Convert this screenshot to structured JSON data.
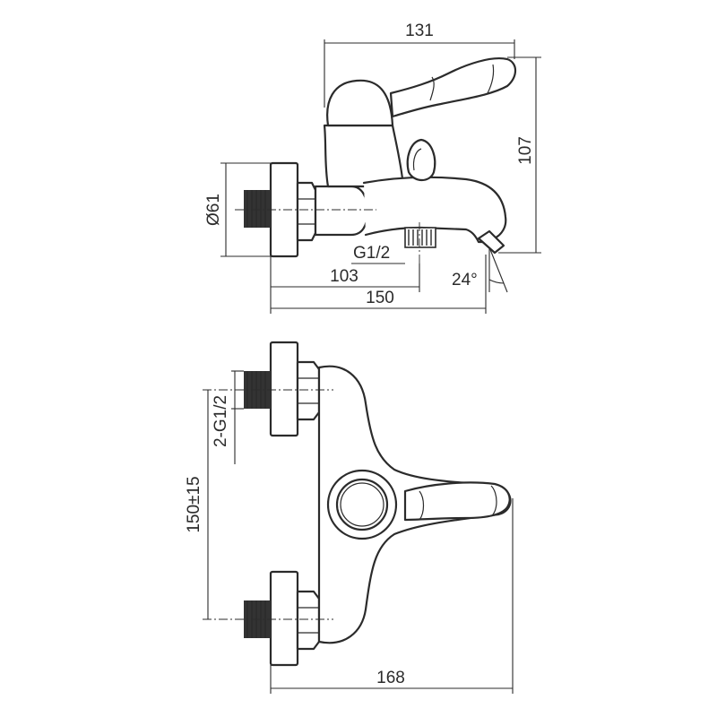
{
  "side_view": {
    "width_total": "131",
    "height_total": "107",
    "flange_diameter": "Ø61",
    "spout_thread": "G1/2",
    "spout_distance": "103",
    "overall_length": "150",
    "spout_angle": "24°"
  },
  "top_view": {
    "inlet_thread": "2-G1/2",
    "center_distance": "150±15",
    "overall_length": "168"
  },
  "colors": {
    "line": "#2b2b2b",
    "background": "#ffffff"
  }
}
